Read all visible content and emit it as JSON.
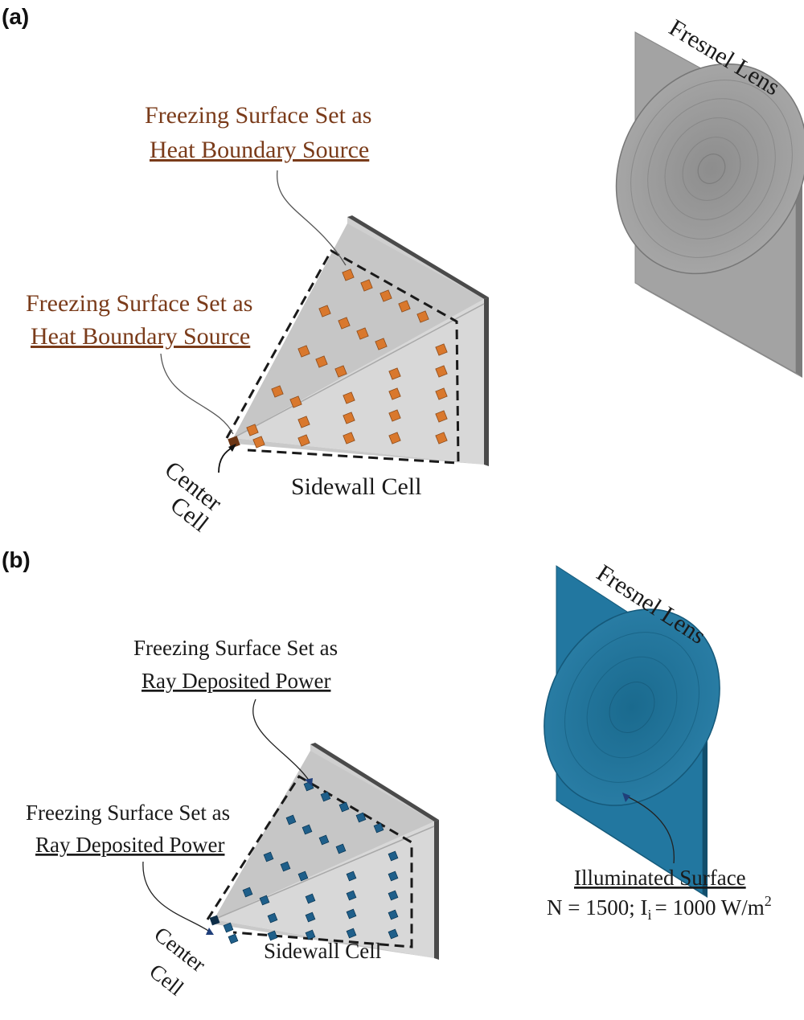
{
  "panel_a": {
    "label": "(a)",
    "lens_label": "Fresnel Lens",
    "freeze_top_line1": "Freezing Surface Set as",
    "freeze_top_line2": "Heat Boundary Source",
    "freeze_mid_line1": "Freezing Surface Set as",
    "freeze_mid_line2": "Heat Boundary Source",
    "center_line1": "Center",
    "center_line2": "Cell",
    "sidewall": "Sidewall Cell"
  },
  "panel_b": {
    "label": "(b)",
    "lens_label": "Fresnel Lens",
    "freeze_top_line1": "Freezing Surface Set as",
    "freeze_top_line2": "Ray Deposited Power",
    "freeze_mid_line1": "Freezing Surface Set as",
    "freeze_mid_line2": "Ray Deposited Power",
    "center_line1": "Center",
    "center_line2": "Cell",
    "sidewall": "Sidewall Cell",
    "illuminated": "Illuminated Surface",
    "n_eq": "N = 1500; I",
    "i_sub": "i",
    "power_eq": "= 1000 W/m",
    "power_sup": "2"
  },
  "colors": {
    "text_brown": "#7a3b1a",
    "cell_orange": "#d9782d",
    "cell_blue": "#1f5f8a",
    "lens_gray": "#9a9a9a",
    "lens_blue": "#1e6e92",
    "wall_gray": "#cfcfcf"
  }
}
